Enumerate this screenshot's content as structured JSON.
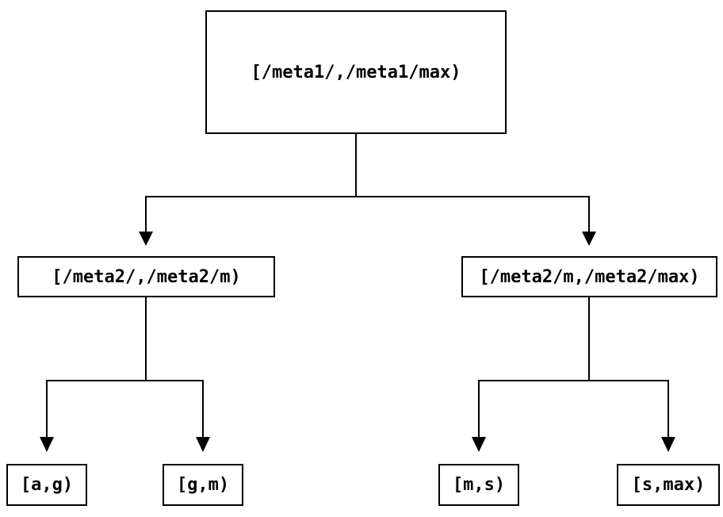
{
  "diagram": {
    "background_color": "#ffffff",
    "line_color": "#000000",
    "text_color": "#000000",
    "root": {
      "label": "[/meta1/,/meta1/max)"
    },
    "level1": [
      {
        "label": "[/meta2/,/meta2/m)"
      },
      {
        "label": "[/meta2/m,/meta2/max)"
      }
    ],
    "leaves": [
      {
        "label": "[a,g)"
      },
      {
        "label": "[g,m)"
      },
      {
        "label": "[m,s)"
      },
      {
        "label": "[s,max)"
      }
    ]
  }
}
